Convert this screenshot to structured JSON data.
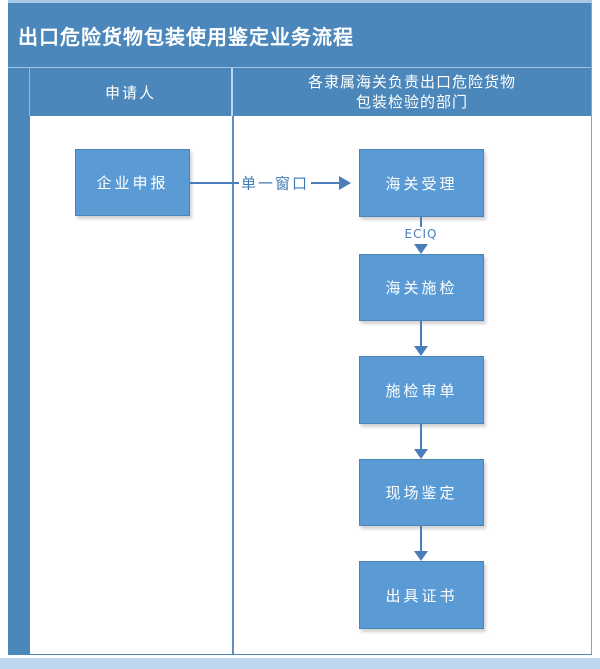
{
  "page": {
    "title": "出口危险货物包装使用鉴定业务流程"
  },
  "columns": {
    "applicant_header": "申请人",
    "customs_header_line1": "各隶属海关负责出口危险货物",
    "customs_header_line2": "包装检验的部门"
  },
  "flow": {
    "applicant_node": "企业申报",
    "single_window_label": "单一窗口",
    "eciq_label": "ECIQ",
    "steps": [
      "海关受理",
      "海关施检",
      "施检审单",
      "现场鉴定",
      "出具证书"
    ]
  },
  "colors": {
    "header_blue": "#4b87ba",
    "node_blue": "#5b9bd5",
    "connector_blue": "#4a7ebb",
    "pale_blue": "#bdd7ee"
  }
}
